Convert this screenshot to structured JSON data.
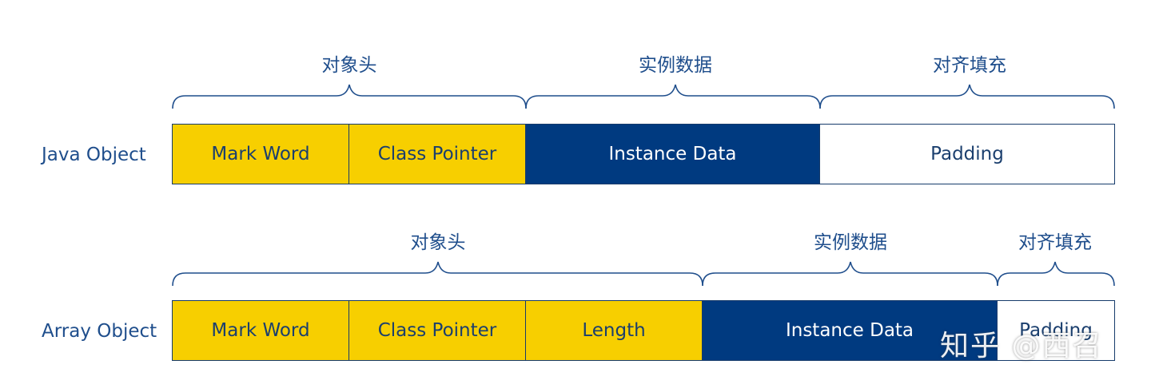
{
  "rows": [
    {
      "label": "Java Object",
      "sections": [
        "对象头",
        "实例数据",
        "对齐填充"
      ],
      "segments": [
        {
          "text": "Mark Word",
          "style": "yellow"
        },
        {
          "text": "Class Pointer",
          "style": "yellow"
        },
        {
          "text": "Instance Data",
          "style": "navy"
        },
        {
          "text": "Padding",
          "style": "white"
        }
      ]
    },
    {
      "label": "Array Object",
      "sections": [
        "对象头",
        "实例数据",
        "对齐填充"
      ],
      "segments": [
        {
          "text": "Mark Word",
          "style": "yellow"
        },
        {
          "text": "Class Pointer",
          "style": "yellow"
        },
        {
          "text": "Length",
          "style": "yellow"
        },
        {
          "text": "Instance Data",
          "style": "navy"
        },
        {
          "text": "Padding",
          "style": "white"
        }
      ]
    }
  ],
  "watermark": "知乎 @西召",
  "colors": {
    "header_fill": "#f7cf00",
    "instance_fill": "#003a80",
    "padding_fill": "#ffffff",
    "text": "#1f4e8c"
  }
}
